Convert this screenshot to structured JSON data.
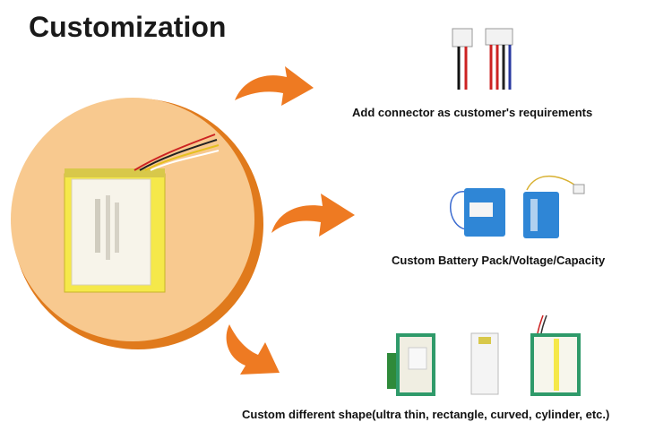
{
  "page": {
    "title": "Customization"
  },
  "sections": [
    {
      "caption": "Add connector as customer's requirements"
    },
    {
      "caption": "Custom Battery Pack/Voltage/Capacity"
    },
    {
      "caption": "Custom different shape(ultra thin, rectangle, curved, cylinder, etc.)"
    }
  ],
  "colors": {
    "circle_fill": "#f8c98f",
    "circle_rim": "#e07a1c",
    "arrow": "#ee7a22",
    "cell_yellow": "#f5e84a",
    "pack_blue": "#2f86d6"
  },
  "icons": [
    "curved-arrow-icon",
    "curved-arrow-icon",
    "curved-arrow-icon"
  ]
}
